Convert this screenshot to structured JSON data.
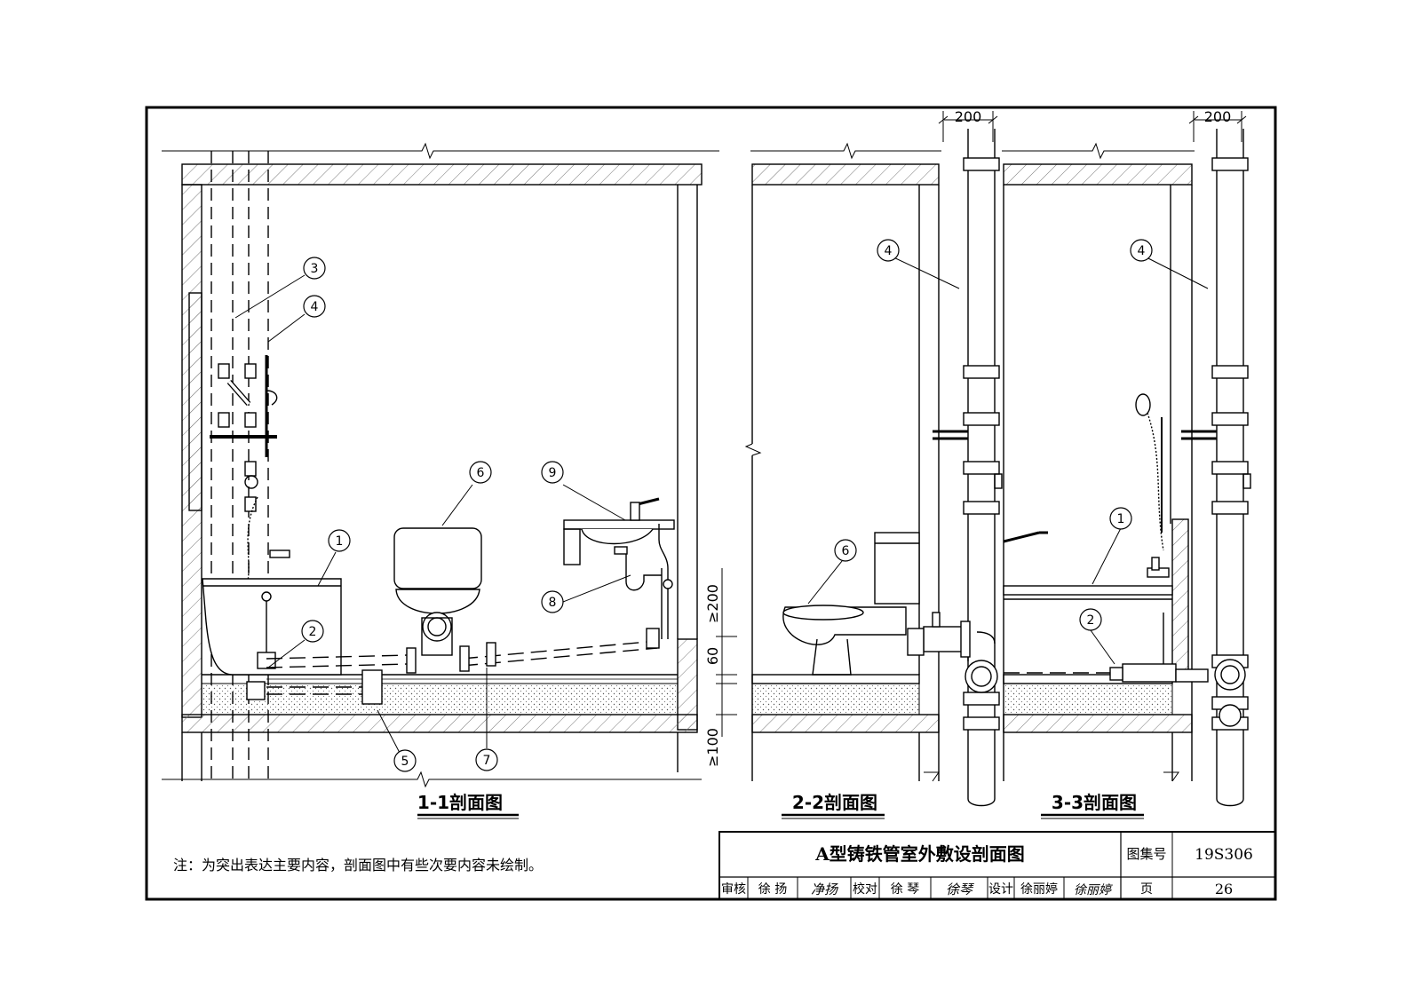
{
  "sections": {
    "s11": "1-1剖面图",
    "s22": "2-2剖面图",
    "s33": "3-3剖面图"
  },
  "dimensions": {
    "d200a": "200",
    "d200b": "200",
    "d_ge200": "≥200",
    "d60": "60",
    "d_ge100": "≥100"
  },
  "callouts": {
    "c1": "1",
    "c2": "2",
    "c3": "3",
    "c4": "4",
    "c5": "5",
    "c6": "6",
    "c7": "7",
    "c8": "8",
    "c9": "9",
    "c4b": "4",
    "c6b": "6",
    "c4c": "4",
    "c1c": "1",
    "c2c": "2"
  },
  "note": "注：为突出表达主要内容，剖面图中有些次要内容未绘制。",
  "title_block": {
    "title": "A型铸铁管室外敷设剖面图",
    "atlas_label": "图集号",
    "atlas_no": "19S306",
    "review_label": "审核",
    "reviewer": "徐 扬",
    "check_label": "校对",
    "checker": "徐 琴",
    "design_label": "设计",
    "designer": "徐丽婷",
    "page_label": "页",
    "page_no": "26",
    "sig_reviewer": "净扬",
    "sig_checker": "徐琴",
    "sig_designer": "徐丽婷"
  }
}
